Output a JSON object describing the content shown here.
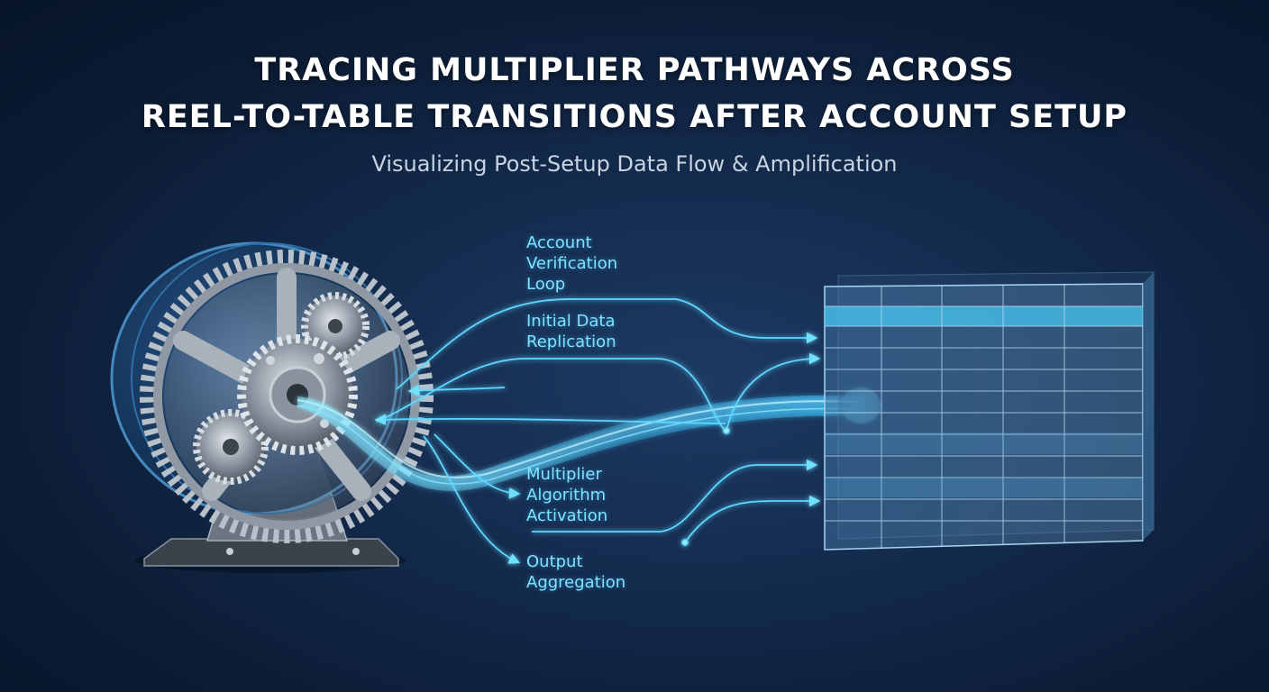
{
  "header": {
    "title_line1": "TRACING MULTIPLIER PATHWAYS ACROSS",
    "title_line2": "REEL-TO-TABLE TRANSITIONS AFTER ACCOUNT SETUP",
    "subtitle": "Visualizing Post-Setup Data Flow & Amplification"
  },
  "labels": [
    {
      "text": "Account\nVerification\nLoop"
    },
    {
      "text": "Initial Data\nReplication"
    },
    {
      "text": "Multiplier\nAlgorithm\nActivation"
    },
    {
      "text": "Output\nAggregation"
    }
  ],
  "colors": {
    "accent": "#4fd2ff",
    "label": "#7fe3ff",
    "background": "#0f2442",
    "metal": "#9aa3ad"
  },
  "icons": [
    "gear-reel-icon",
    "data-table-icon"
  ]
}
